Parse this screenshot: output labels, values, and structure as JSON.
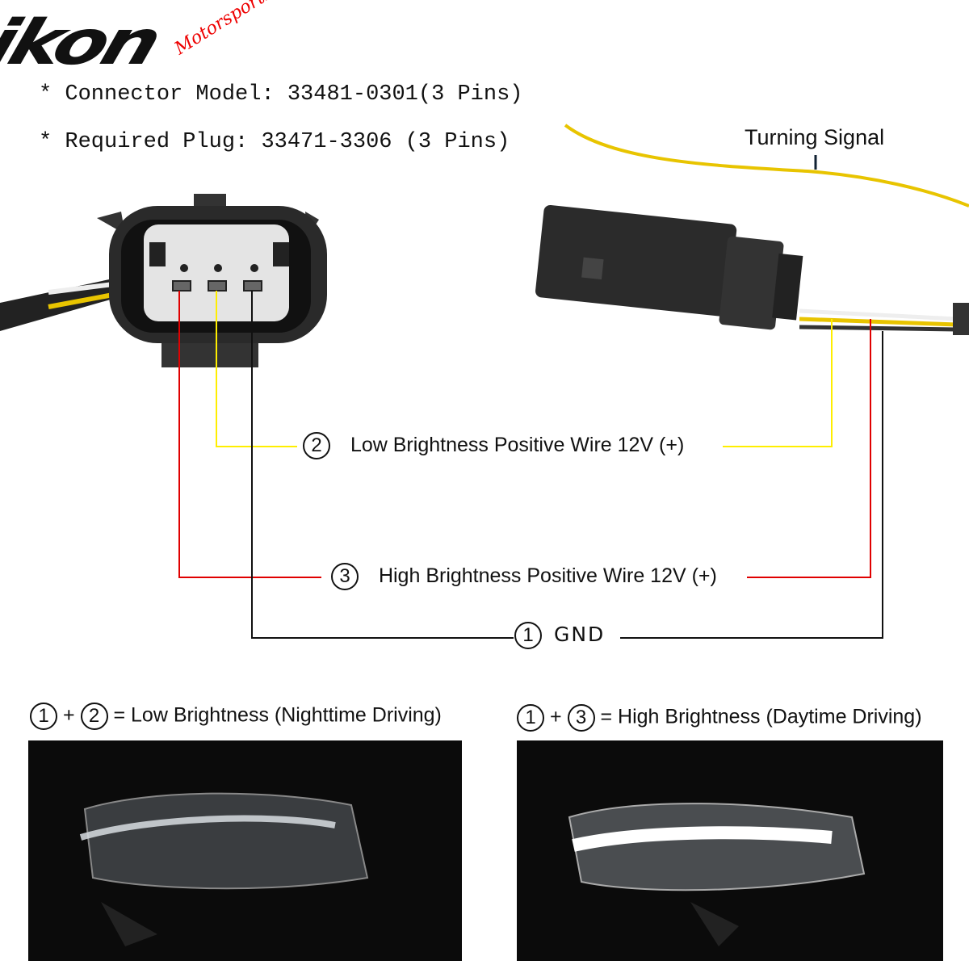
{
  "logo": {
    "brand": "ikon",
    "sub": "Motorsports",
    "brand_color": "#111111",
    "sub_color": "#e00000"
  },
  "specs": {
    "connector": "* Connector Model: 33481-0301(3 Pins)",
    "plug": "* Required Plug: 33471-3306 (3 Pins)"
  },
  "turning_signal": "Turning Signal",
  "wires": [
    {
      "num": "2",
      "label": "Low Brightness Positive Wire 12V (+)",
      "color": "#ffee00"
    },
    {
      "num": "3",
      "label": "High Brightness Positive Wire 12V (+)",
      "color": "#e00000"
    },
    {
      "num": "1",
      "label": "GND",
      "color": "#111111"
    }
  ],
  "modes": [
    {
      "a": "1",
      "b": "2",
      "plus": "+",
      "eq": "=",
      "label": "Low Brightness (Nighttime Driving)"
    },
    {
      "a": "1",
      "b": "3",
      "plus": "+",
      "eq": "=",
      "label": "High Brightness (Daytime Driving)"
    }
  ]
}
